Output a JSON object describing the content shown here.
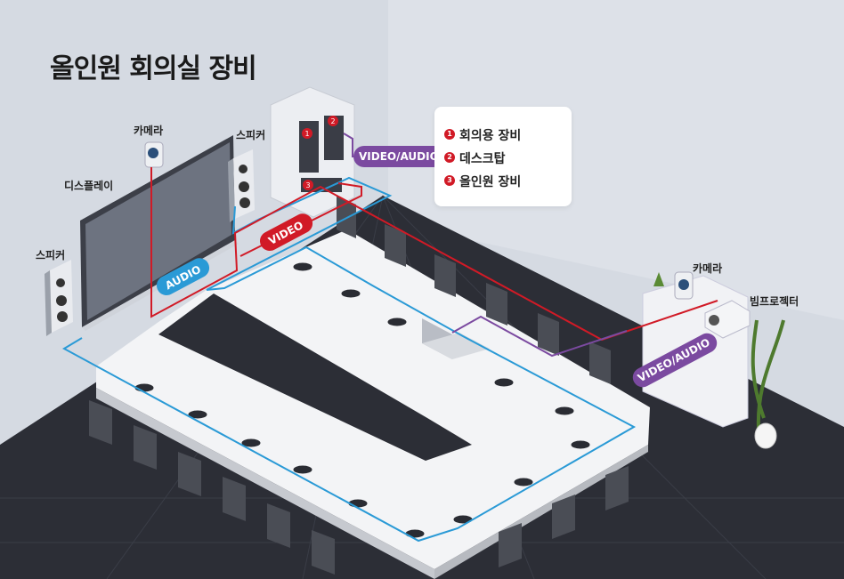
{
  "page": {
    "title": "올인원 회의실 장비"
  },
  "labels": {
    "camera_left": "카메라",
    "speaker_top": "스피커",
    "display": "디스플레이",
    "speaker_left": "스피커",
    "camera_right": "카메라",
    "projector": "빔프로젝터"
  },
  "tags": {
    "video_audio_top": "VIDEO/AUDIO",
    "video": "VIDEO",
    "audio": "AUDIO",
    "video_audio_right": "VIDEO/AUDIO"
  },
  "legend": {
    "items": [
      {
        "num": "1",
        "label": "회의용 장비"
      },
      {
        "num": "2",
        "label": "데스크탑"
      },
      {
        "num": "3",
        "label": "올인원 장비"
      }
    ]
  },
  "colors": {
    "wall": "#d5dae2",
    "wall_right": "#dde1e8",
    "floor": "#2c2e36",
    "blue_line": "#2a9ad6",
    "red_line": "#d11a26",
    "purple_line": "#7b4aa0",
    "accent_red": "#d11a26"
  },
  "icons": [
    "camera-icon",
    "speaker-icon",
    "display-icon",
    "projector-icon",
    "laptop-icon",
    "microphone-icon",
    "chair-icon",
    "plant-icon"
  ]
}
